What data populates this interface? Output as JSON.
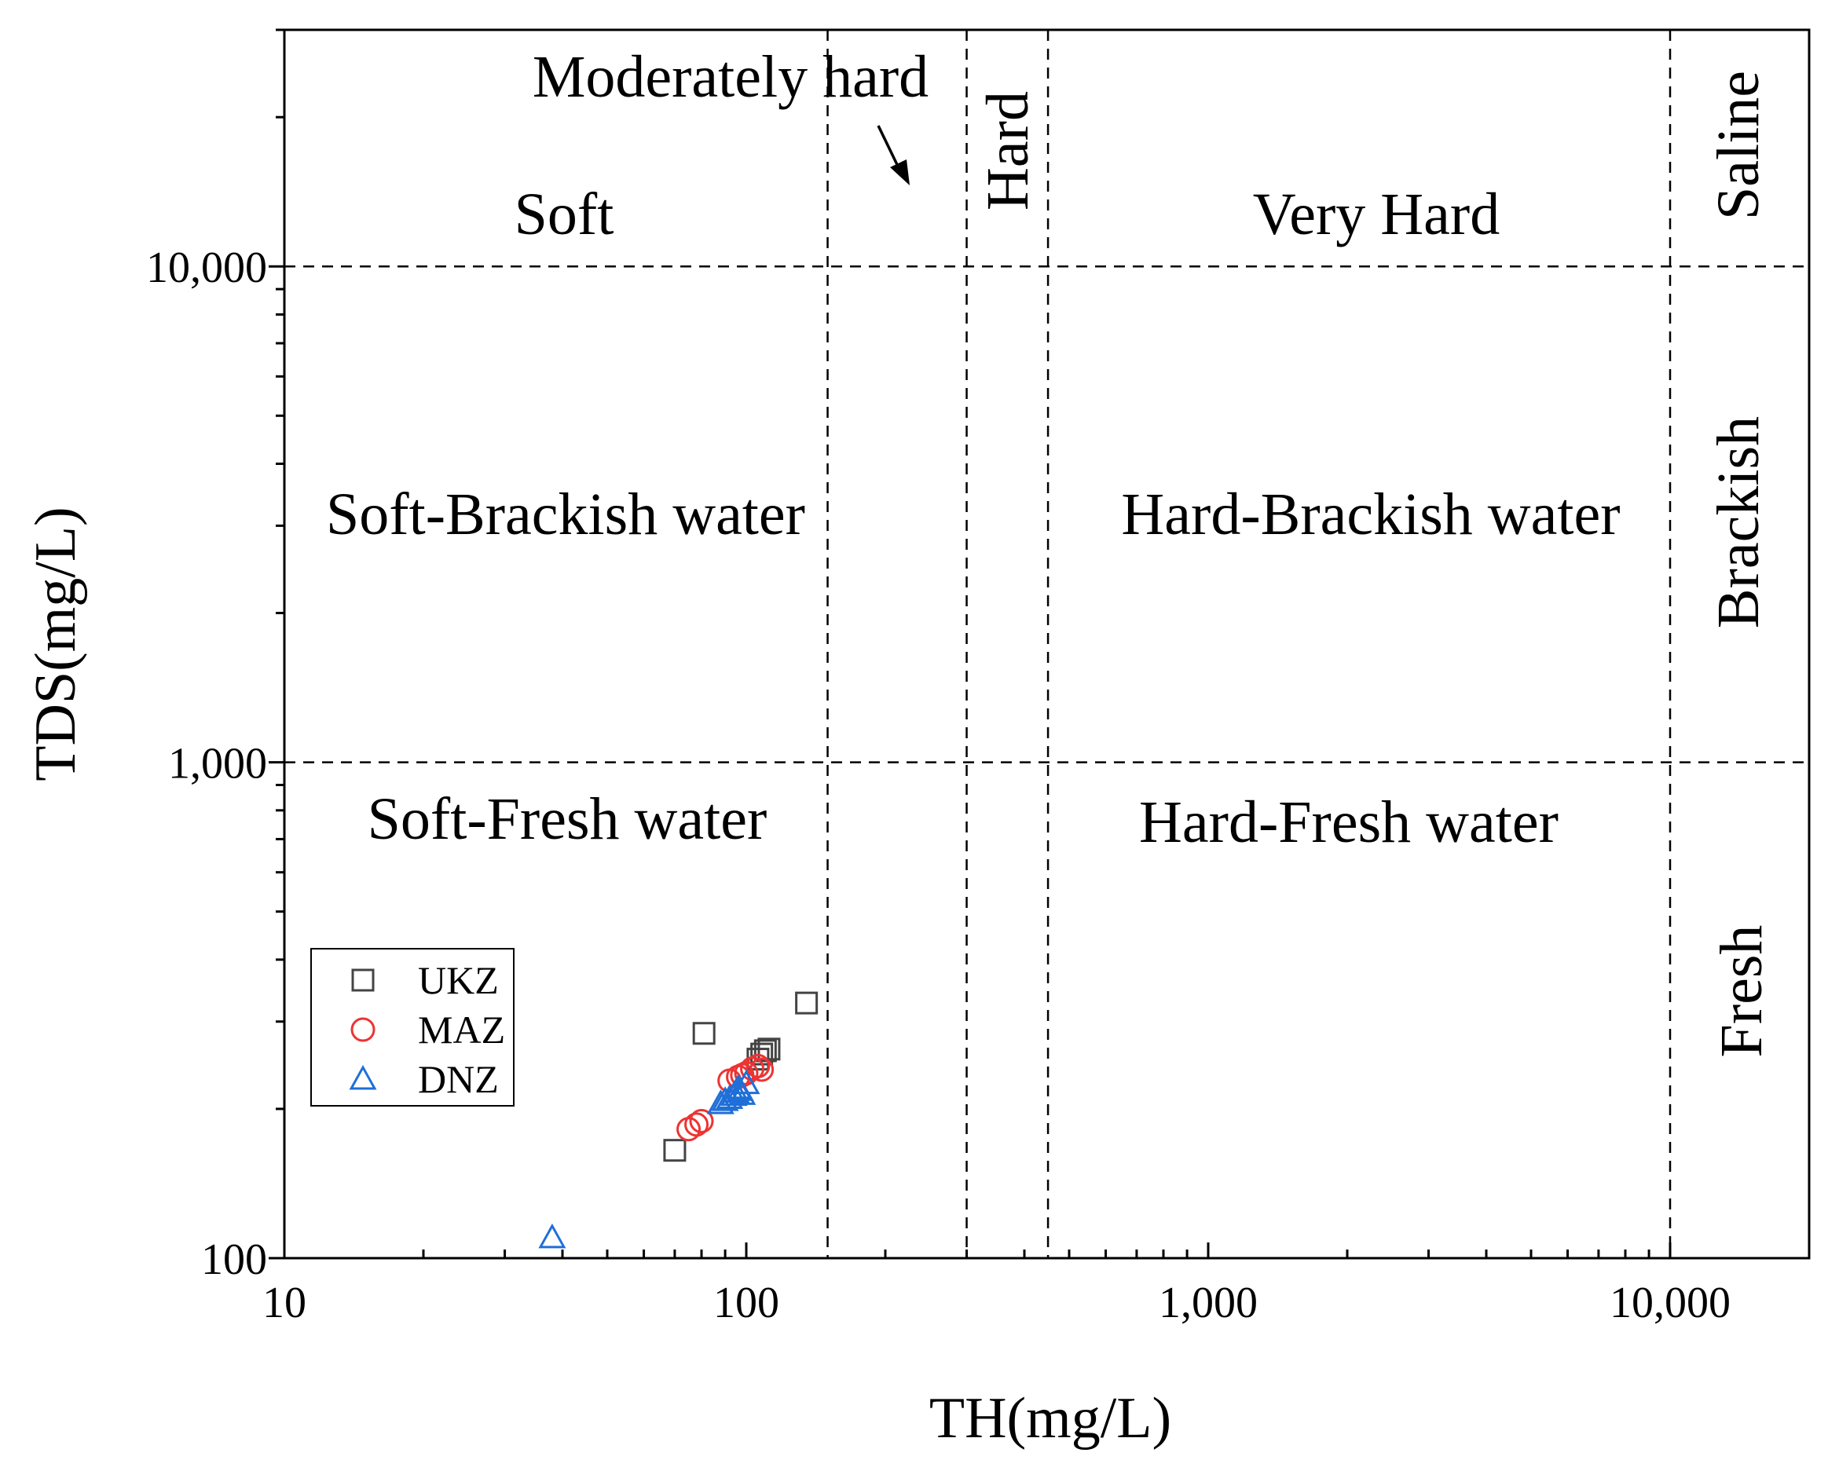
{
  "chart_data": {
    "type": "scatter",
    "xlabel": "TH(mg/L)",
    "ylabel": "TDS(mg/L)",
    "x_scale": "log",
    "y_scale": "log",
    "xlim": [
      10,
      20000
    ],
    "ylim": [
      100,
      30000
    ],
    "x_ticks": [
      {
        "value": 10,
        "label": "10"
      },
      {
        "value": 100,
        "label": "100"
      },
      {
        "value": 1000,
        "label": "1,000"
      },
      {
        "value": 10000,
        "label": "10,000"
      }
    ],
    "y_ticks": [
      {
        "value": 100,
        "label": "100"
      },
      {
        "value": 1000,
        "label": "1,000"
      },
      {
        "value": 10000,
        "label": "10,000"
      }
    ],
    "grid": false,
    "boundaries": {
      "x": [
        150,
        300,
        450,
        10000
      ],
      "y": [
        1000,
        10000
      ]
    },
    "annotations": {
      "soft": "Soft",
      "moderately_hard": "Moderately hard",
      "hard": "Hard",
      "very_hard": "Very Hard",
      "saline": "Saline",
      "brackish": "Brackish",
      "fresh": "Fresh",
      "soft_brackish": "Soft-Brackish water",
      "hard_brackish": "Hard-Brackish water",
      "soft_fresh": "Soft-Fresh water",
      "hard_fresh": "Hard-Fresh water"
    },
    "legend_position": "bottom-left",
    "series": [
      {
        "name": "UKZ",
        "marker": "square",
        "color": "#444444",
        "points": [
          [
            70,
            165
          ],
          [
            81,
            284
          ],
          [
            108,
            258
          ],
          [
            110,
            262
          ],
          [
            112,
            264
          ],
          [
            106,
            252
          ],
          [
            135,
            327
          ]
        ]
      },
      {
        "name": "MAZ",
        "marker": "circle",
        "color": "#ee3333",
        "points": [
          [
            75,
            182
          ],
          [
            78,
            186
          ],
          [
            80,
            189
          ],
          [
            92,
            228
          ],
          [
            96,
            232
          ],
          [
            100,
            236
          ],
          [
            103,
            241
          ],
          [
            106,
            244
          ],
          [
            108,
            240
          ],
          [
            98,
            234
          ]
        ]
      },
      {
        "name": "DNZ",
        "marker": "triangle",
        "color": "#1f6fd8",
        "points": [
          [
            38,
            110
          ],
          [
            88,
            205
          ],
          [
            90,
            208
          ],
          [
            92,
            210
          ],
          [
            94,
            213
          ],
          [
            95,
            216
          ],
          [
            96,
            220
          ],
          [
            97,
            218
          ],
          [
            98,
            214
          ],
          [
            100,
            225
          ]
        ]
      }
    ]
  }
}
